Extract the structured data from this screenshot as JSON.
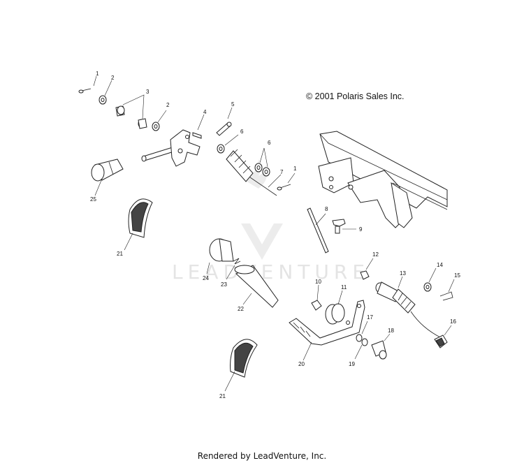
{
  "copyright": "© 2001 Polaris Sales Inc.",
  "footer": "Rendered by LeadVenture, Inc.",
  "watermark": "LEADVENTURE",
  "callouts": {
    "c1a": "1",
    "c2a": "2",
    "c3": "3",
    "c2b": "2",
    "c4": "4",
    "c5": "5",
    "c6a": "6",
    "c6b": "6",
    "c7": "7",
    "c1b": "1",
    "c25": "25",
    "c21a": "21",
    "c8": "8",
    "c9": "9",
    "c24": "24",
    "c23": "23",
    "c22": "22",
    "c12": "12",
    "c10": "10",
    "c11": "11",
    "c13": "13",
    "c14": "14",
    "c15": "15",
    "c16": "16",
    "c17": "17",
    "c18": "18",
    "c19": "19",
    "c20": "20",
    "c21b": "21"
  },
  "colors": {
    "line": "#222222",
    "watermark": "#e4e4e4"
  }
}
